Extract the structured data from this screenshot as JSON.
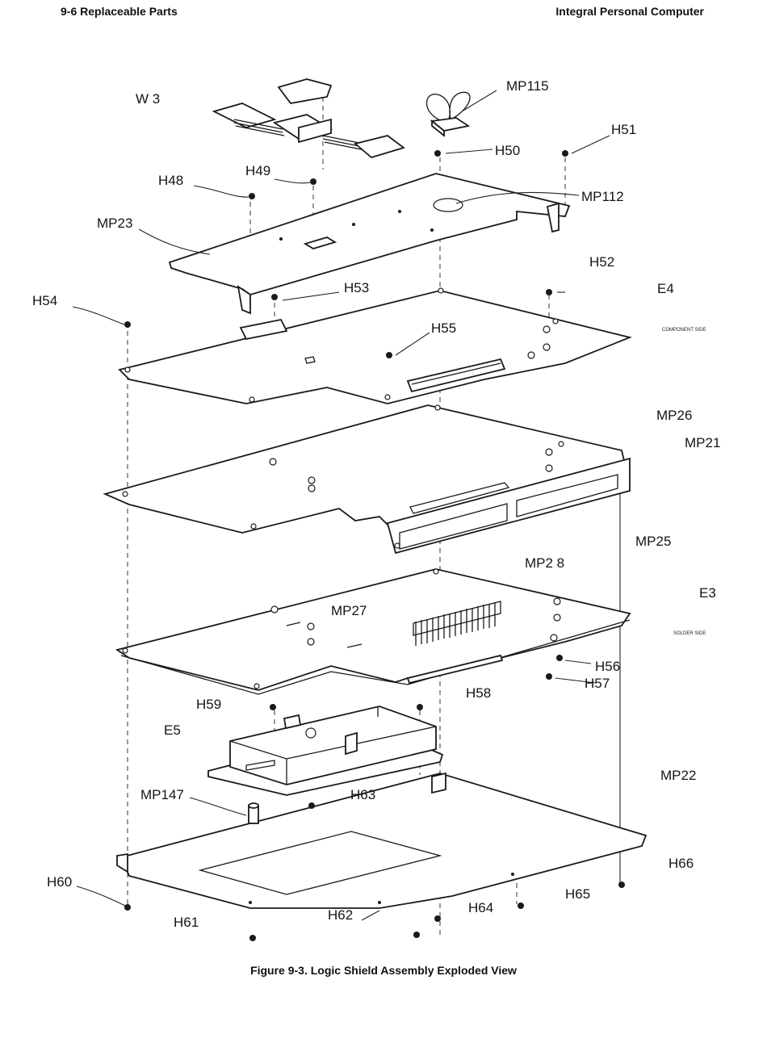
{
  "header": {
    "left": "9-6  Replaceable Parts",
    "right": "Integral Personal Computer"
  },
  "caption": "Figure 9-3. Logic Shield Assembly Exploded View",
  "labels": {
    "W3": "W 3",
    "MP115": "MP115",
    "H51": "H51",
    "H50": "H50",
    "H48": "H48",
    "H49": "H49",
    "MP112": "MP112",
    "MP23": "MP23",
    "H52": "H52",
    "H53": "H53",
    "E4": "E4",
    "H54": "H54",
    "H55": "H55",
    "MP26": "MP26",
    "MP21": "MP21",
    "MP25": "MP25",
    "MP28": "MP2 8",
    "E3": "E3",
    "MP27": "MP27",
    "H56": "H56",
    "H57": "H57",
    "H58": "H58",
    "H59": "H59",
    "E5": "E5",
    "MP22": "MP22",
    "MP147": "MP147",
    "H63": "H63",
    "H66": "H66",
    "H60": "H60",
    "H65": "H65",
    "H64": "H64",
    "H61": "H61",
    "H62": "H62"
  },
  "notes": {
    "component_side": "COMPONENT SIDE",
    "solder_side": "SOLDER SIDE"
  }
}
